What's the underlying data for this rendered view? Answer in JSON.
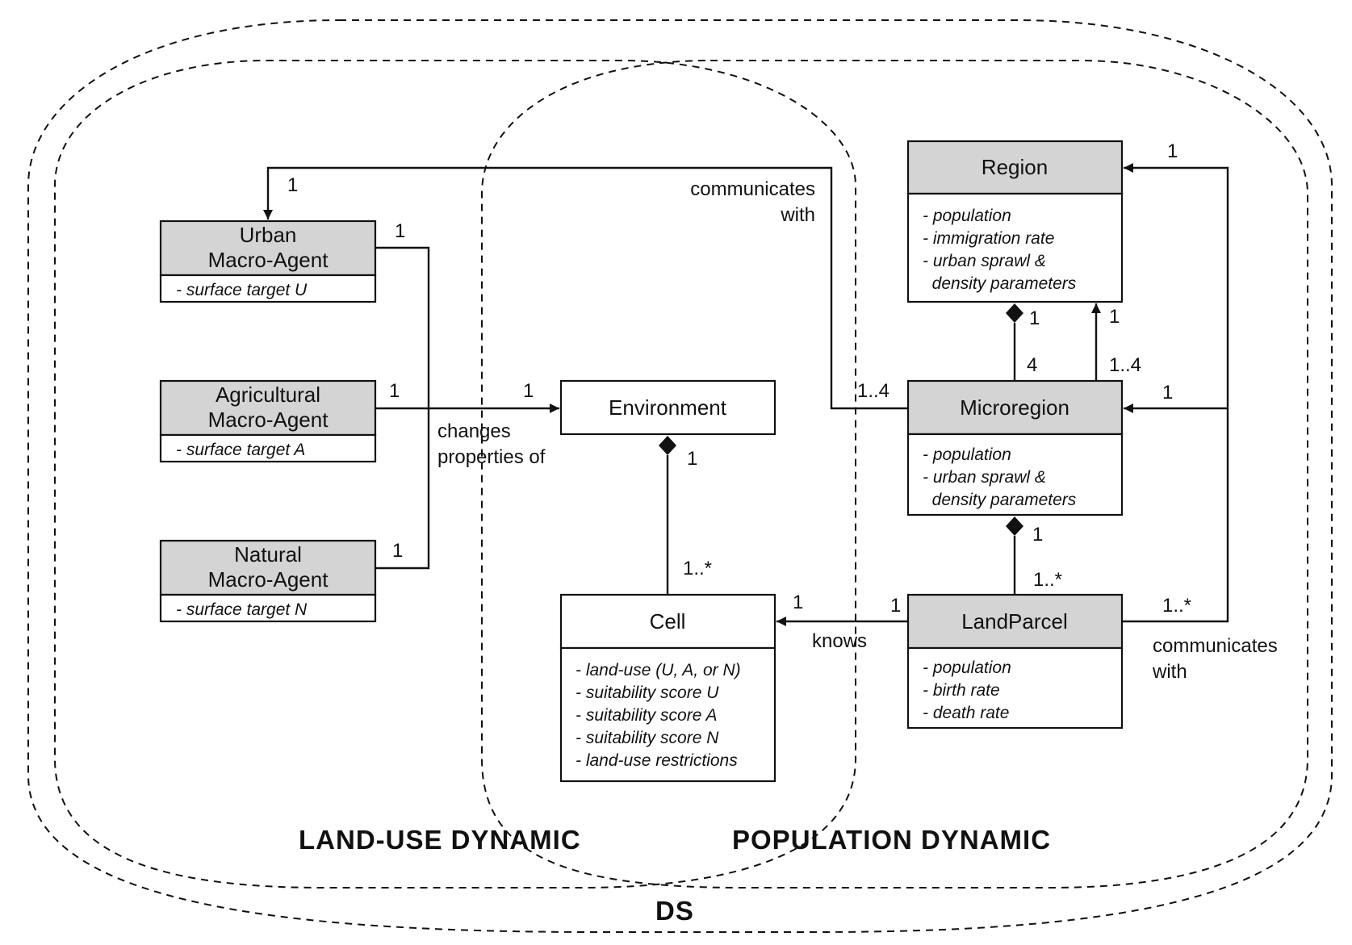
{
  "regions": {
    "land_use": "LAND-USE  DYNAMIC",
    "population": "POPULATION  DYNAMIC",
    "ds": "DS"
  },
  "classes": {
    "urban": {
      "name_line1": "Urban",
      "name_line2": "Macro-Agent",
      "attrs": [
        "- surface target U"
      ]
    },
    "agricultural": {
      "name_line1": "Agricultural",
      "name_line2": "Macro-Agent",
      "attrs": [
        "- surface target A"
      ]
    },
    "natural": {
      "name_line1": "Natural",
      "name_line2": "Macro-Agent",
      "attrs": [
        "- surface target N"
      ]
    },
    "environment": {
      "name": "Environment"
    },
    "cell": {
      "name": "Cell",
      "attrs": [
        "- land-use (U, A, or N)",
        "- suitability score U",
        "- suitability score A",
        "- suitability score N",
        "- land-use restrictions"
      ]
    },
    "region": {
      "name": "Region",
      "attrs": [
        "- population",
        "- immigration rate",
        "- urban sprawl &",
        "  density parameters"
      ]
    },
    "microregion": {
      "name": "Microregion",
      "attrs": [
        "- population",
        "- urban sprawl &",
        "  density parameters"
      ]
    },
    "landparcel": {
      "name": "LandParcel",
      "attrs": [
        "- population",
        "- birth rate",
        "- death rate"
      ]
    }
  },
  "labels": {
    "changes_line1": "changes",
    "changes_line2": "properties of",
    "comm_top_line1": "communicates",
    "comm_top_line2": "with",
    "comm_right_line1": "communicates",
    "comm_right_line2": "with",
    "knows": "knows"
  },
  "multiplicities": {
    "urban_top": "1",
    "urban_right": "1",
    "agri_right": "1",
    "natural_right": "1",
    "env_left": "1",
    "env_comp": "1",
    "cell_top": "1..*",
    "cell_right": "1",
    "micro_left": "1..4",
    "region_comp": "1",
    "region_inh": "1",
    "micro_comp_end": "4",
    "micro_inh_end": "1..4",
    "region_right": "1",
    "micro_right": "1",
    "micro_bottom": "1",
    "parcel_top": "1..*",
    "parcel_left": "1",
    "parcel_right": "1..*"
  }
}
